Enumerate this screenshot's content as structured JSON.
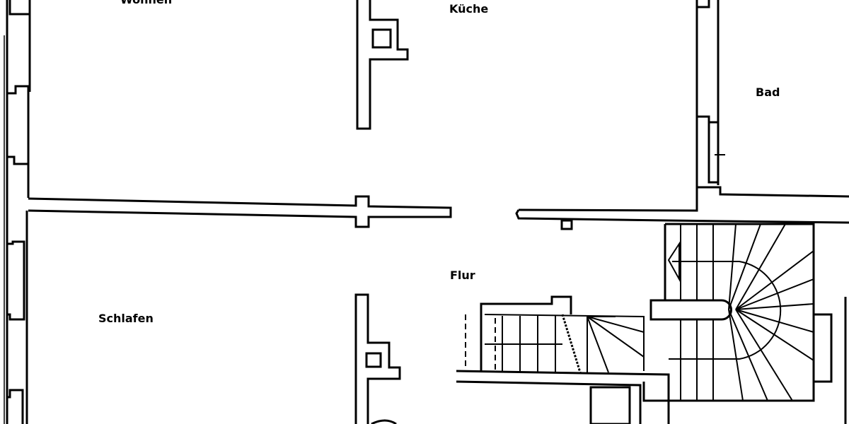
{
  "rooms": {
    "wohnen": "Wohnen",
    "kueche": "Küche",
    "bad": "Bad",
    "flur": "Flur",
    "schlafen": "Schlafen"
  },
  "colors": {
    "wall": "#000000",
    "background": "#ffffff"
  }
}
